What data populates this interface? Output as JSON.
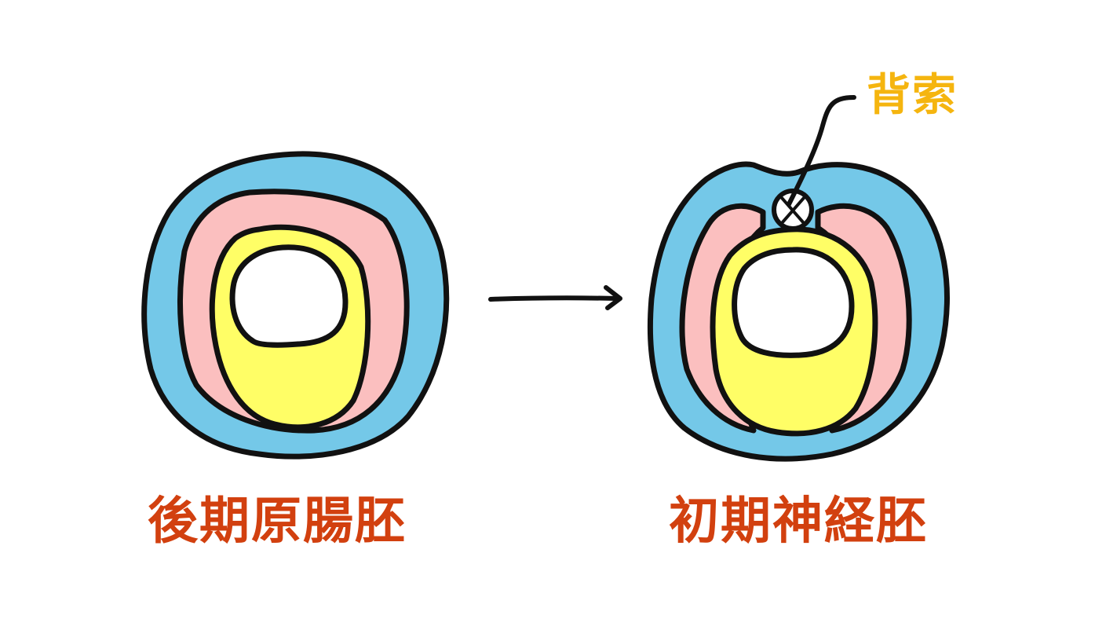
{
  "labels": {
    "late_gastrula": "後期原腸胚",
    "early_neurula": "初期神経胚",
    "notochord": "背索"
  },
  "colors": {
    "ectoderm": "#74c8e8",
    "mesoderm": "#fbbfbf",
    "endoderm": "#fffe66",
    "outline": "#111111",
    "stage_label": "#d2400f",
    "notochord_label": "#f5b50f",
    "background": "#ffffff"
  }
}
